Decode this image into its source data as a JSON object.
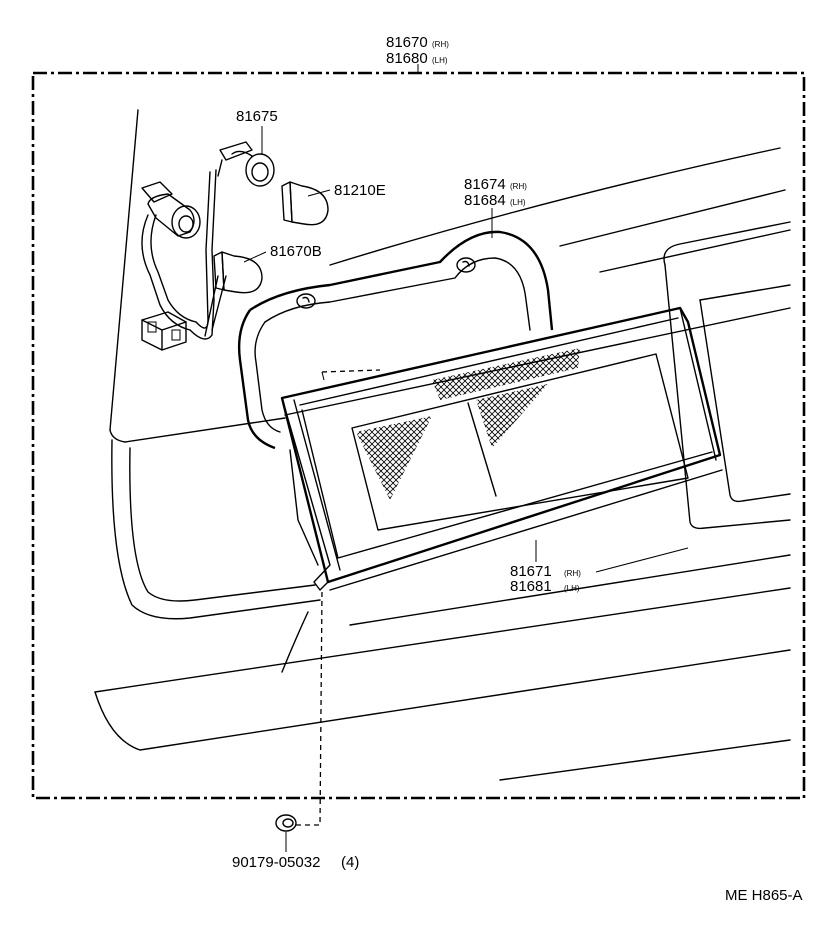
{
  "labels": {
    "assy_rh": "81670",
    "assy_rh_side": "(RH)",
    "assy_lh": "81680",
    "assy_lh_side": "(LH)",
    "socket": "81675",
    "bulb_e": "81210E",
    "bulb_b": "81670B",
    "gasket_rh": "81674",
    "gasket_rh_side": "(RH)",
    "gasket_lh": "81684",
    "gasket_lh_side": "(LH)",
    "lens_rh": "81671",
    "lens_rh_side": "(RH)",
    "lens_lh": "81681",
    "lens_lh_side": "(LH)",
    "nut": "90179-05032",
    "nut_qty": "(4)",
    "figure_code": "ME H865-A"
  }
}
